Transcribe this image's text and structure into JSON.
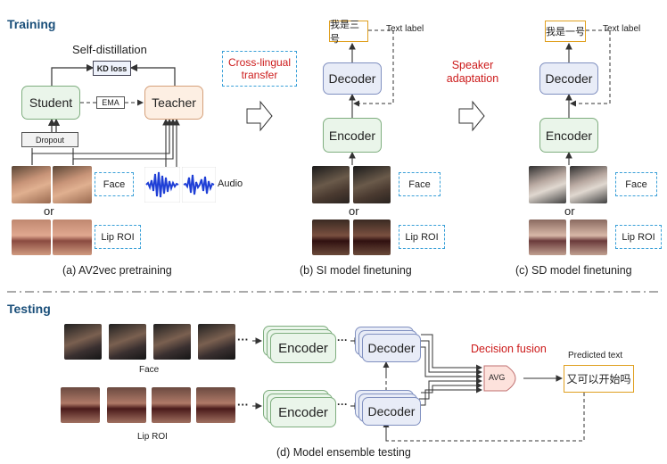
{
  "training": {
    "title": "Training",
    "kd_label": "Self-distillation",
    "kd_loss": "KD loss",
    "student": "Student",
    "teacher": "Teacher",
    "ema": "EMA",
    "dropout": "Dropout",
    "face": "Face",
    "lip_roi": "Lip ROI",
    "audio": "Audio",
    "or": "or",
    "caption_a": "(a) AV2vec pretraining",
    "cross_lingual": "Cross-lingual\ntransfer",
    "si_text": "我是三号",
    "text_label": "Text label",
    "decoder": "Decoder",
    "encoder": "Encoder",
    "caption_b": "(b) SI model finetuning",
    "speaker_adaptation": "Speaker\nadaptation",
    "sd_text": "我是一号",
    "caption_c": "(c) SD model finetuning"
  },
  "testing": {
    "title": "Testing",
    "face": "Face",
    "lip_roi": "Lip ROI",
    "encoder": "Encoder",
    "decoder": "Decoder",
    "ellipsis": "···",
    "decision_fusion": "Decision fusion",
    "avg": "AVG",
    "predicted_text_label": "Predicted text",
    "predicted_text": "又可以开始吗",
    "caption_d": "(d) Model ensemble testing"
  },
  "colors": {
    "accent_red": "#cc1a1a",
    "title_blue": "#1a4f7a",
    "dash_blue": "#3aa0d8",
    "text_label_orange": "#e0a020"
  }
}
